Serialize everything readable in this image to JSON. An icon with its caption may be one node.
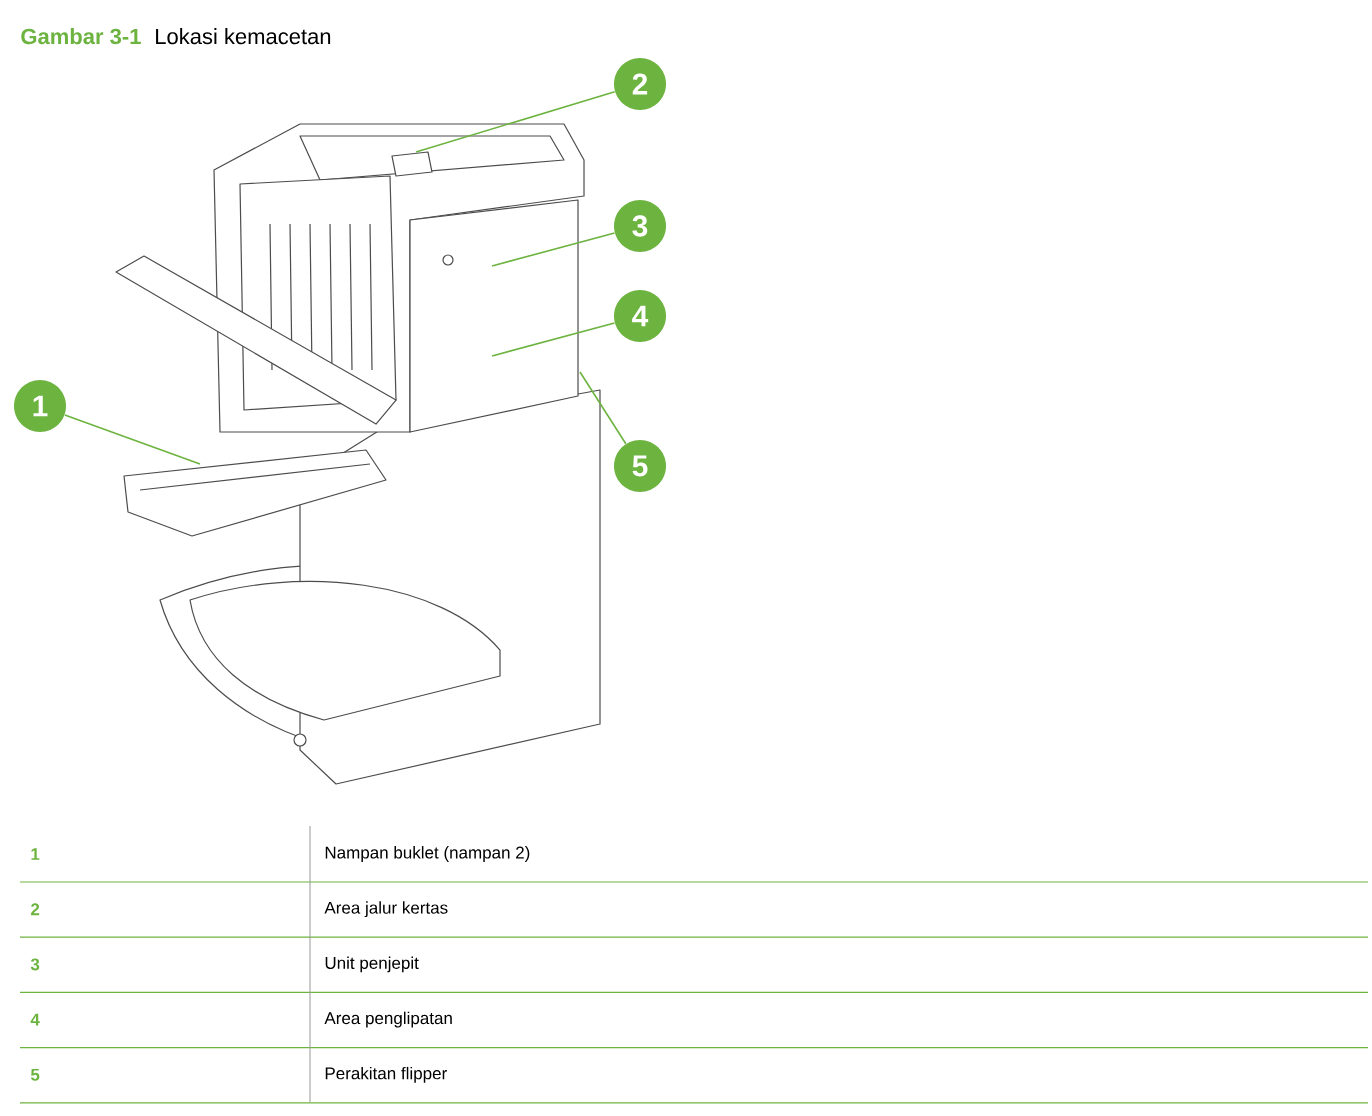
{
  "diagram": {
    "title": "Gambar 3-1",
    "caption": "Lokasi kemacetan",
    "nodes": [
      {
        "text": [
          "2"
        ]
      },
      {
        "text": [
          "3"
        ]
      },
      {
        "text": [
          "4"
        ]
      },
      {
        "text": [
          "1"
        ]
      },
      {
        "text": [
          "5"
        ]
      }
    ],
    "edges": [
      {
        "from": 0,
        "to": null,
        "arrow": "none"
      },
      {
        "from": 1,
        "to": null,
        "arrow": "none"
      },
      {
        "from": 2,
        "to": null,
        "arrow": "none"
      },
      {
        "from": 3,
        "to": null,
        "arrow": "none"
      },
      {
        "from": 4,
        "to": null,
        "arrow": "none"
      }
    ],
    "labels": [
      "1",
      "Nampan buklet (nampan 2)",
      "2",
      "Area jalur kertas",
      "3",
      "Unit penjepit",
      "4",
      "Area penglipatan",
      "5",
      "Perakitan flipper"
    ]
  }
}
